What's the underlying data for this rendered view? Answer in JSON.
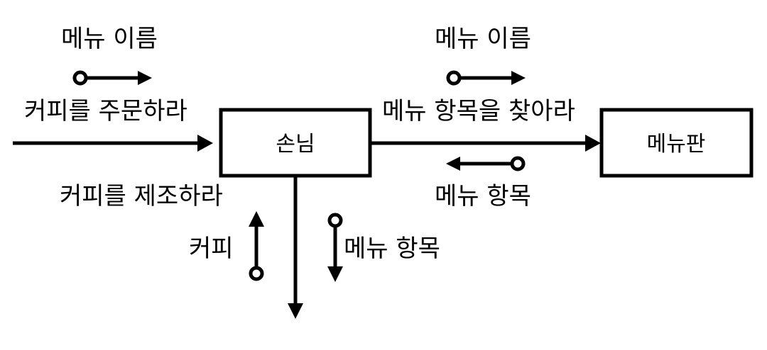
{
  "objects": {
    "customer": "손님",
    "menu": "메뉴판"
  },
  "messages": {
    "order_coffee": "커피를 주문하라",
    "find_menu_item": "메뉴 항목을 찾아라",
    "make_coffee": "커피를 제조하라"
  },
  "params": {
    "order_menu_name": "메뉴 이름",
    "find_menu_name": "메뉴 이름",
    "find_menu_item_return": "메뉴 항목",
    "make_menu_item": "메뉴 항목",
    "make_coffee_return": "커피"
  },
  "colors": {
    "stroke": "#000000",
    "background": "#ffffff"
  }
}
